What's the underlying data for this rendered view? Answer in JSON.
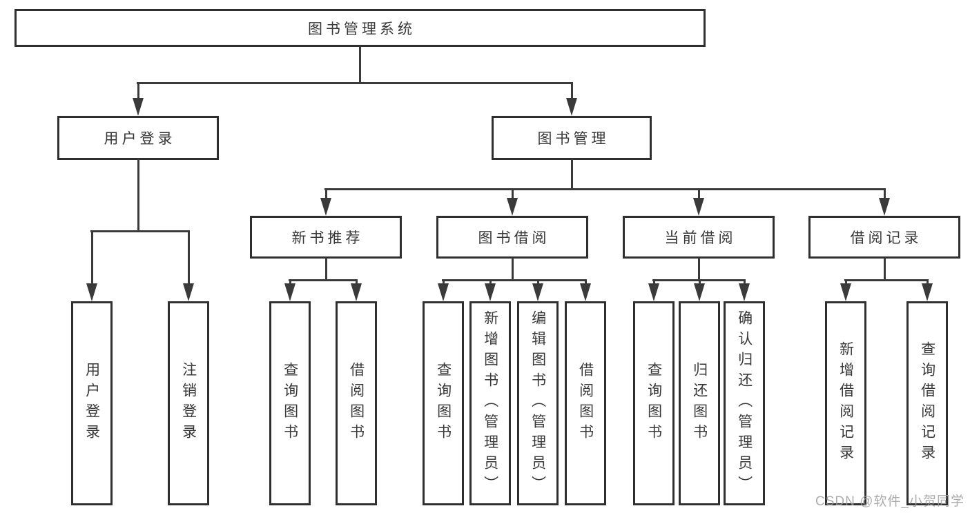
{
  "diagram": {
    "root": {
      "label": "图书管理系统"
    },
    "level2": [
      {
        "id": "user-login",
        "label": "用户登录"
      },
      {
        "id": "book-management",
        "label": "图书管理"
      }
    ],
    "level3": [
      {
        "id": "new-book-recommend",
        "parent": "book-management",
        "label": "新书推荐"
      },
      {
        "id": "book-borrow",
        "parent": "book-management",
        "label": "图书借阅"
      },
      {
        "id": "current-borrow",
        "parent": "book-management",
        "label": "当前借阅"
      },
      {
        "id": "borrow-records",
        "parent": "book-management",
        "label": "借阅记录"
      }
    ],
    "leaves": [
      {
        "parent": "user-login",
        "label": "用户登录"
      },
      {
        "parent": "user-login",
        "label": "注销登录"
      },
      {
        "parent": "new-book-recommend",
        "label": "查询图书"
      },
      {
        "parent": "new-book-recommend",
        "label": "借阅图书"
      },
      {
        "parent": "book-borrow",
        "label": "查询图书"
      },
      {
        "parent": "book-borrow",
        "label": "新增图书（管理员）"
      },
      {
        "parent": "book-borrow",
        "label": "编辑图书（管理员）"
      },
      {
        "parent": "book-borrow",
        "label": "借阅图书"
      },
      {
        "parent": "current-borrow",
        "label": "查询图书"
      },
      {
        "parent": "current-borrow",
        "label": "归还图书"
      },
      {
        "parent": "current-borrow",
        "label": "确认归还（管理员）"
      },
      {
        "parent": "borrow-records",
        "label": "新增借阅记录"
      },
      {
        "parent": "borrow-records",
        "label": "查询借阅记录"
      }
    ],
    "colors": {
      "line": "#3a3a3a",
      "border": "#2f2f2f",
      "text": "#383838",
      "watermark": "#9e9e9e",
      "background": "#ffffff"
    },
    "watermark": "CSDN @软件_小贺同学"
  }
}
